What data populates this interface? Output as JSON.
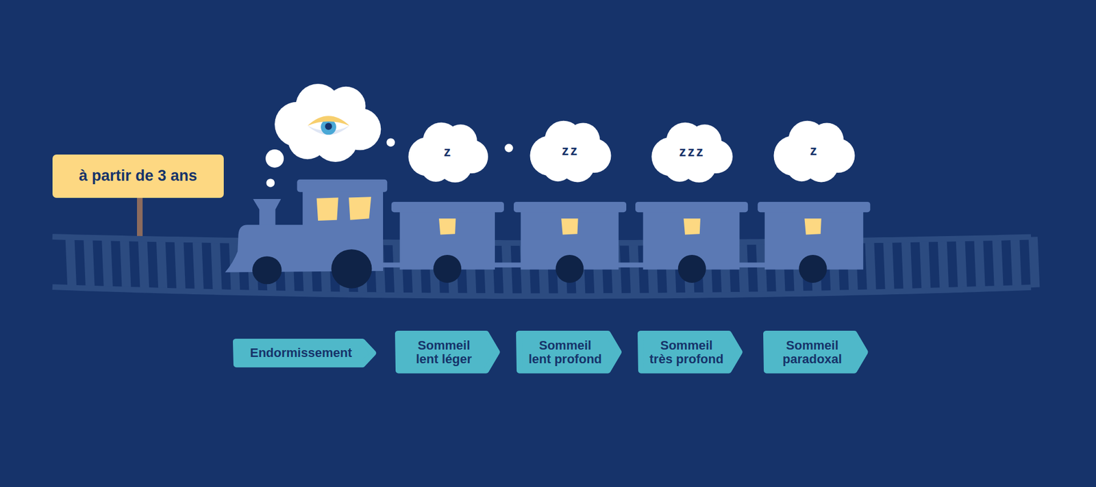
{
  "diagram": {
    "nodes": [
      {
        "text": [
          "à partir de 3 ans"
        ]
      },
      {
        "text": [
          "z"
        ]
      },
      {
        "text": [
          "zz"
        ]
      },
      {
        "text": [
          "zzz"
        ]
      },
      {
        "text": [
          "z"
        ]
      },
      {
        "text": [
          "Endormissement"
        ]
      },
      {
        "text": [
          "Sommeil lent léger"
        ]
      },
      {
        "text": [
          "Sommeil lent profond"
        ]
      },
      {
        "text": [
          "Sommeil très profond"
        ]
      },
      {
        "text": [
          "Sommeil paradoxal"
        ]
      }
    ]
  }
}
